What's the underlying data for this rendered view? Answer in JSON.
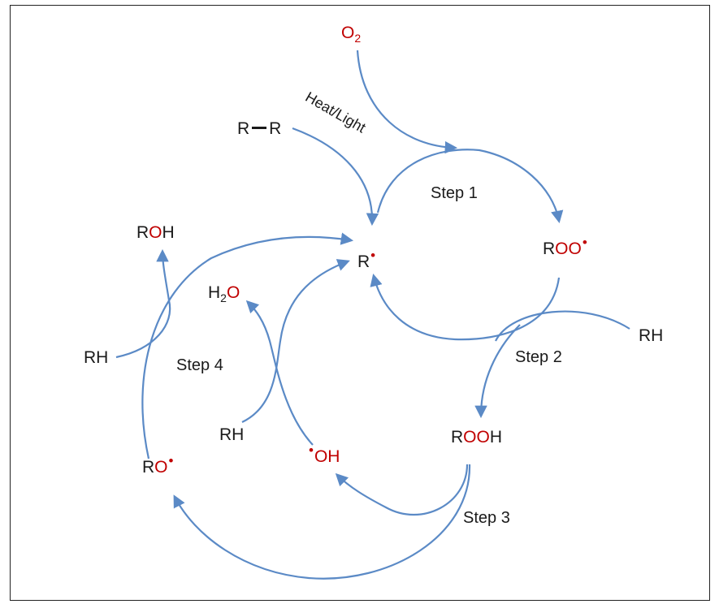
{
  "species": {
    "o2": {
      "main": "O",
      "sub": "2"
    },
    "rr": {
      "left": "R",
      "right": "R"
    },
    "r_radical": {
      "r": "R",
      "dot": "•"
    },
    "roo_radical": {
      "r": "R",
      "oo": "OO",
      "dot": "•"
    },
    "rh_right": "RH",
    "rooh": {
      "r": "R",
      "oo": "OO",
      "h": "H"
    },
    "oh_radical": {
      "dot": "•",
      "oh": "OH"
    },
    "ro_radical": {
      "r": "R",
      "o": "O",
      "dot": "•"
    },
    "rh_left": "RH",
    "roh": {
      "r": "R",
      "o": "O",
      "h": "H"
    },
    "h2o": {
      "h": "H",
      "sub": "2",
      "o": "O"
    },
    "rh_middle": "RH"
  },
  "labels": {
    "heat_light": "Heat/Light",
    "step1": "Step 1",
    "step2": "Step 2",
    "step3": "Step 3",
    "step4": "Step 4"
  },
  "colors": {
    "arrow": "#5b8ac6",
    "red_atoms": "#c00000",
    "text": "#1a1a1a"
  }
}
